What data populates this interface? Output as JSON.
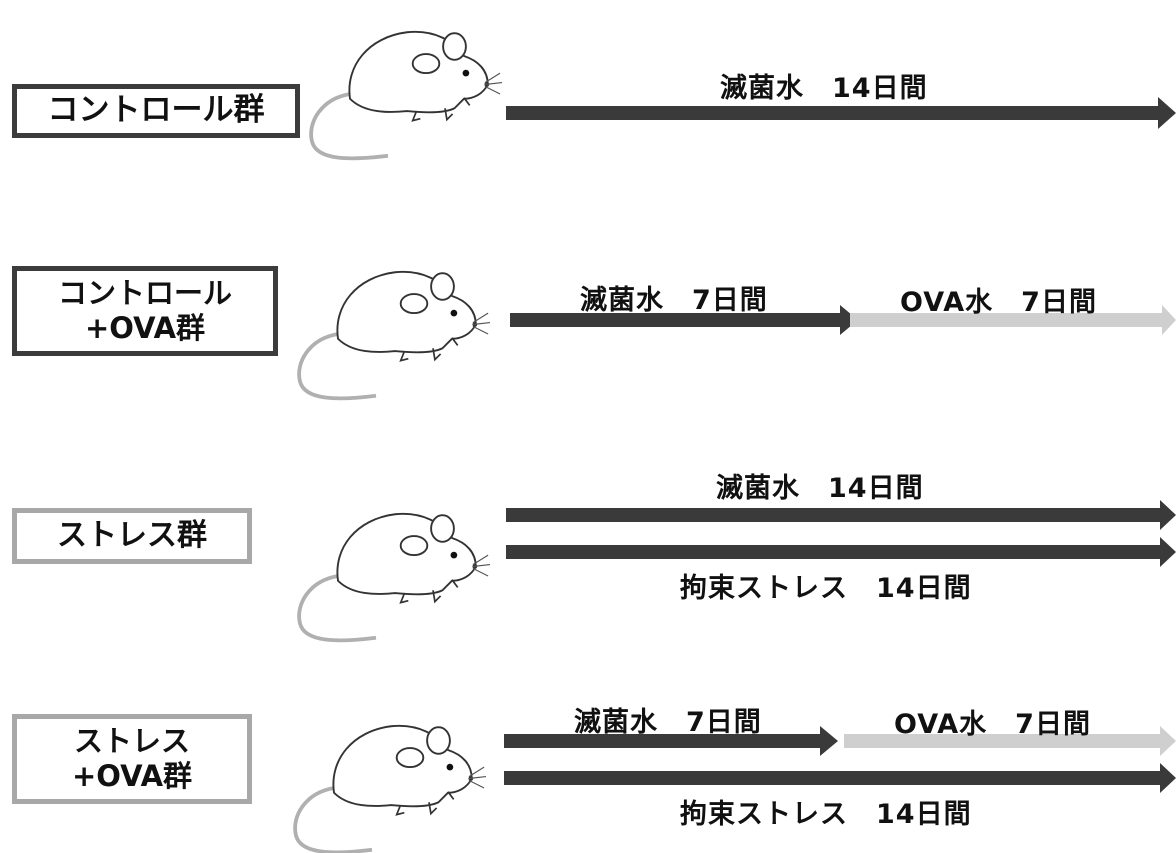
{
  "colors": {
    "dark_arrow": "#3a3a3a",
    "light_arrow": "#cfcfcf",
    "box_border_dark": "#3c3c3c",
    "box_border_light": "#a8a8a8",
    "mouse_tail": "#b0b0b0"
  },
  "groups": [
    {
      "name": "コントロール群",
      "box_style": "dark",
      "arrows": [
        {
          "label": "滅菌水　14日間",
          "color": "dark"
        }
      ]
    },
    {
      "name": "コントロール\n+OVA群",
      "box_style": "dark",
      "arrows": [
        {
          "label": "滅菌水　7日間",
          "color": "dark"
        },
        {
          "label": "OVA水　7日間",
          "color": "light"
        }
      ]
    },
    {
      "name": "ストレス群",
      "box_style": "light",
      "arrows": [
        {
          "label": "滅菌水　14日間",
          "color": "dark"
        },
        {
          "label": "拘束ストレス　14日間",
          "color": "dark"
        }
      ]
    },
    {
      "name": "ストレス\n+OVA群",
      "box_style": "light",
      "arrows": [
        {
          "label": "滅菌水　7日間",
          "color": "dark"
        },
        {
          "label": "OVA水　7日間",
          "color": "light"
        },
        {
          "label": "拘束ストレス　14日間",
          "color": "dark"
        }
      ]
    }
  ],
  "icons": [
    "mouse-icon",
    "mouse-icon",
    "mouse-icon",
    "mouse-icon"
  ]
}
